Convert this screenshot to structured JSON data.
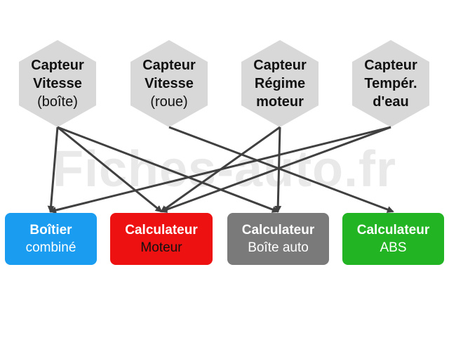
{
  "watermark": "Fiches-auto.fr",
  "colors": {
    "hexagon": "#d8d8d8",
    "arrow": "#404040",
    "boitier": "#1a9cf0",
    "moteur": "#ee1111",
    "boite": "#7a7a7a",
    "abs": "#22b422"
  },
  "sensors": [
    {
      "id": "vitesse-boite",
      "line1": "Capteur",
      "line2": "Vitesse",
      "line3": "(boîte)",
      "line3_bold": false
    },
    {
      "id": "vitesse-roue",
      "line1": "Capteur",
      "line2": "Vitesse",
      "line3": "(roue)",
      "line3_bold": false
    },
    {
      "id": "regime-moteur",
      "line1": "Capteur",
      "line2": "Régime",
      "line3": "moteur",
      "line3_bold": true
    },
    {
      "id": "temperature-eau",
      "line1": "Capteur",
      "line2": "Tempér.",
      "line3": "d'eau",
      "line3_bold": true
    }
  ],
  "units": [
    {
      "id": "boitier-combine",
      "title": "Boîtier",
      "subtitle": "combiné",
      "color": "#1a9cf0"
    },
    {
      "id": "calculateur-moteur",
      "title": "Calculateur",
      "subtitle": "Moteur",
      "color": "#ee1111"
    },
    {
      "id": "calculateur-boite-auto",
      "title": "Calculateur",
      "subtitle": "Boîte auto",
      "color": "#7a7a7a"
    },
    {
      "id": "calculateur-abs",
      "title": "Calculateur",
      "subtitle": "ABS",
      "color": "#22b422"
    }
  ],
  "connections": [
    {
      "from": "vitesse-boite",
      "to": "boitier-combine"
    },
    {
      "from": "vitesse-boite",
      "to": "calculateur-moteur"
    },
    {
      "from": "vitesse-boite",
      "to": "calculateur-boite-auto"
    },
    {
      "from": "vitesse-roue",
      "to": "calculateur-abs"
    },
    {
      "from": "regime-moteur",
      "to": "calculateur-moteur"
    },
    {
      "from": "regime-moteur",
      "to": "calculateur-boite-auto"
    },
    {
      "from": "temperature-eau",
      "to": "boitier-combine"
    },
    {
      "from": "temperature-eau",
      "to": "calculateur-moteur"
    }
  ]
}
